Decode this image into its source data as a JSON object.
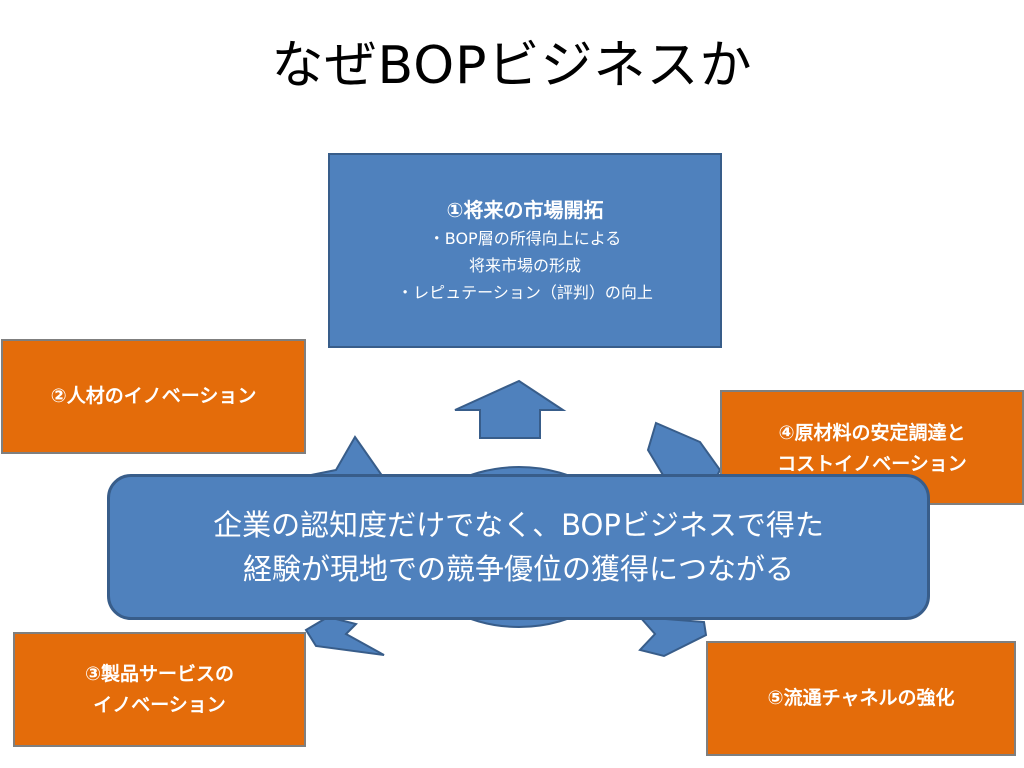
{
  "title": "なぜBOPビジネスか",
  "top_box": {
    "heading": "①将来の市場開拓",
    "lines": [
      "・BOP層の所得向上による",
      "将来市場の形成",
      "・レピュテーション（評判）の向上"
    ]
  },
  "box2": {
    "lines": [
      "②人材のイノベーション"
    ]
  },
  "box3": {
    "lines": [
      "③製品サービスの",
      "イノベーション"
    ]
  },
  "box4": {
    "lines": [
      "④原材料の安定調達と",
      "コストイノベーション"
    ]
  },
  "box5": {
    "lines": [
      "⑤流通チャネルの強化"
    ]
  },
  "center": {
    "lines": [
      "企業の認知度だけでなく、BOPビジネスで得た",
      "経験が現地での競争優位の獲得につながる"
    ]
  },
  "colors": {
    "blue_fill": "#4f81bd",
    "blue_border": "#385d8a",
    "orange_fill": "#e46c0a",
    "orange_border": "#7f7f7f"
  }
}
